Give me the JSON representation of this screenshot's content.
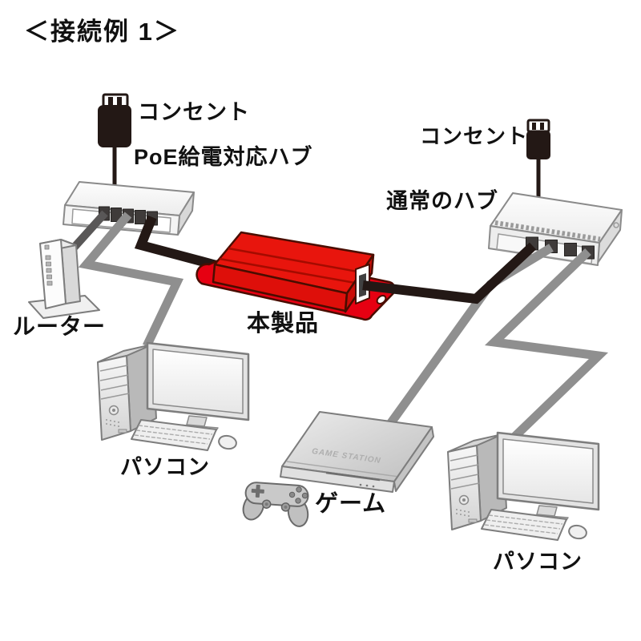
{
  "title": "＜接続例 1＞",
  "labels": {
    "outlet_left": "コンセント",
    "poe_hub": "PoE給電対応ハブ",
    "outlet_right": "コンセント",
    "normal_hub": "通常のハブ",
    "router": "ルーター",
    "product": "本製品",
    "pc_left": "パソコン",
    "game": "ゲーム",
    "pc_right": "パソコン"
  },
  "console_brand": "GAME STATION",
  "icons": {
    "outlet_left": "power-plug-icon",
    "outlet_right": "power-plug-icon"
  },
  "colors": {
    "product_red": "#e60012",
    "product_red_dark": "#c90c07",
    "product_outline": "#4a0d00",
    "cable_black": "#231815",
    "cable_dark_gray": "#595757",
    "cable_gray": "#8f8f8f",
    "device_fill_light": "#f2f2f2",
    "device_fill_mid": "#d9d9d9",
    "device_outline": "#7d7d7d",
    "port_dark": "#3f3b3a",
    "text_black": "#111111"
  }
}
